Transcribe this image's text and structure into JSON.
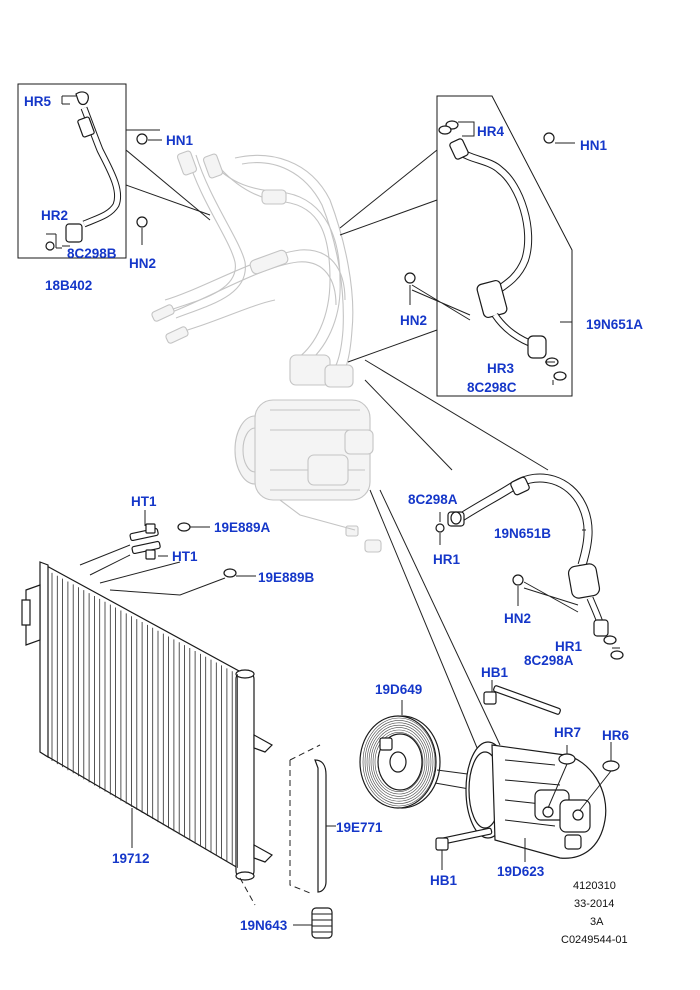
{
  "labels": {
    "hr5": "HR5",
    "hn1_a": "HN1",
    "hr2": "HR2",
    "c8c298b": "8C298B",
    "hn2_a": "HN2",
    "b18b402": "18B402",
    "hr4": "HR4",
    "hn1_b": "HN1",
    "hn2_b": "HN2",
    "n19n651a": "19N651A",
    "hr3": "HR3",
    "c8c298c": "8C298C",
    "ht1_a": "HT1",
    "e19e889a": "19E889A",
    "ht1_b": "HT1",
    "e19e889b": "19E889B",
    "c8c298a_a": "8C298A",
    "hr1_a": "HR1",
    "n19n651b": "19N651B",
    "hn2_c": "HN2",
    "hr1_b": "HR1",
    "c8c298a_b": "8C298A",
    "hb1_a": "HB1",
    "d19d649": "19D649",
    "hr7": "HR7",
    "hr6": "HR6",
    "e19e771": "19E771",
    "p19712": "19712",
    "hb1_b": "HB1",
    "d19d623": "19D623",
    "n19n643": "19N643"
  },
  "reference": {
    "code": "4120310",
    "date": "33-2014",
    "rev": "3A",
    "catalog": "C0249544-01"
  },
  "colors": {
    "callout": "#1537c9",
    "line": "#1a1a1a",
    "ghost": "#c4c4c4"
  }
}
